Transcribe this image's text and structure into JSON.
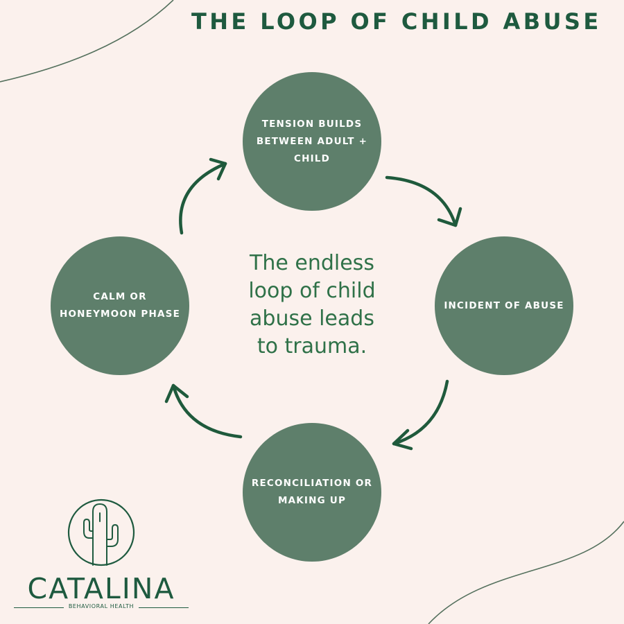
{
  "title": "THE LOOP OF CHILD ABUSE",
  "nodes": {
    "top": "TENSION BUILDS\nBETWEEN ADULT +\nCHILD",
    "right": "INCIDENT OF ABUSE",
    "bottom": "RECONCILIATION OR\nMAKING UP",
    "left": "CALM OR\nHONEYMOON PHASE"
  },
  "center_text": "The endless\nloop of child\nabuse leads\nto trauma.",
  "logo": {
    "name": "CATALINA",
    "tagline": "BEHAVIORAL HEALTH",
    "icon": "cactus-icon"
  },
  "colors": {
    "background": "#fbf1ed",
    "circle": "#5e7f6b",
    "arrow": "#1f5a3c",
    "title": "#1e5a3f",
    "center_text": "#2f7148"
  }
}
